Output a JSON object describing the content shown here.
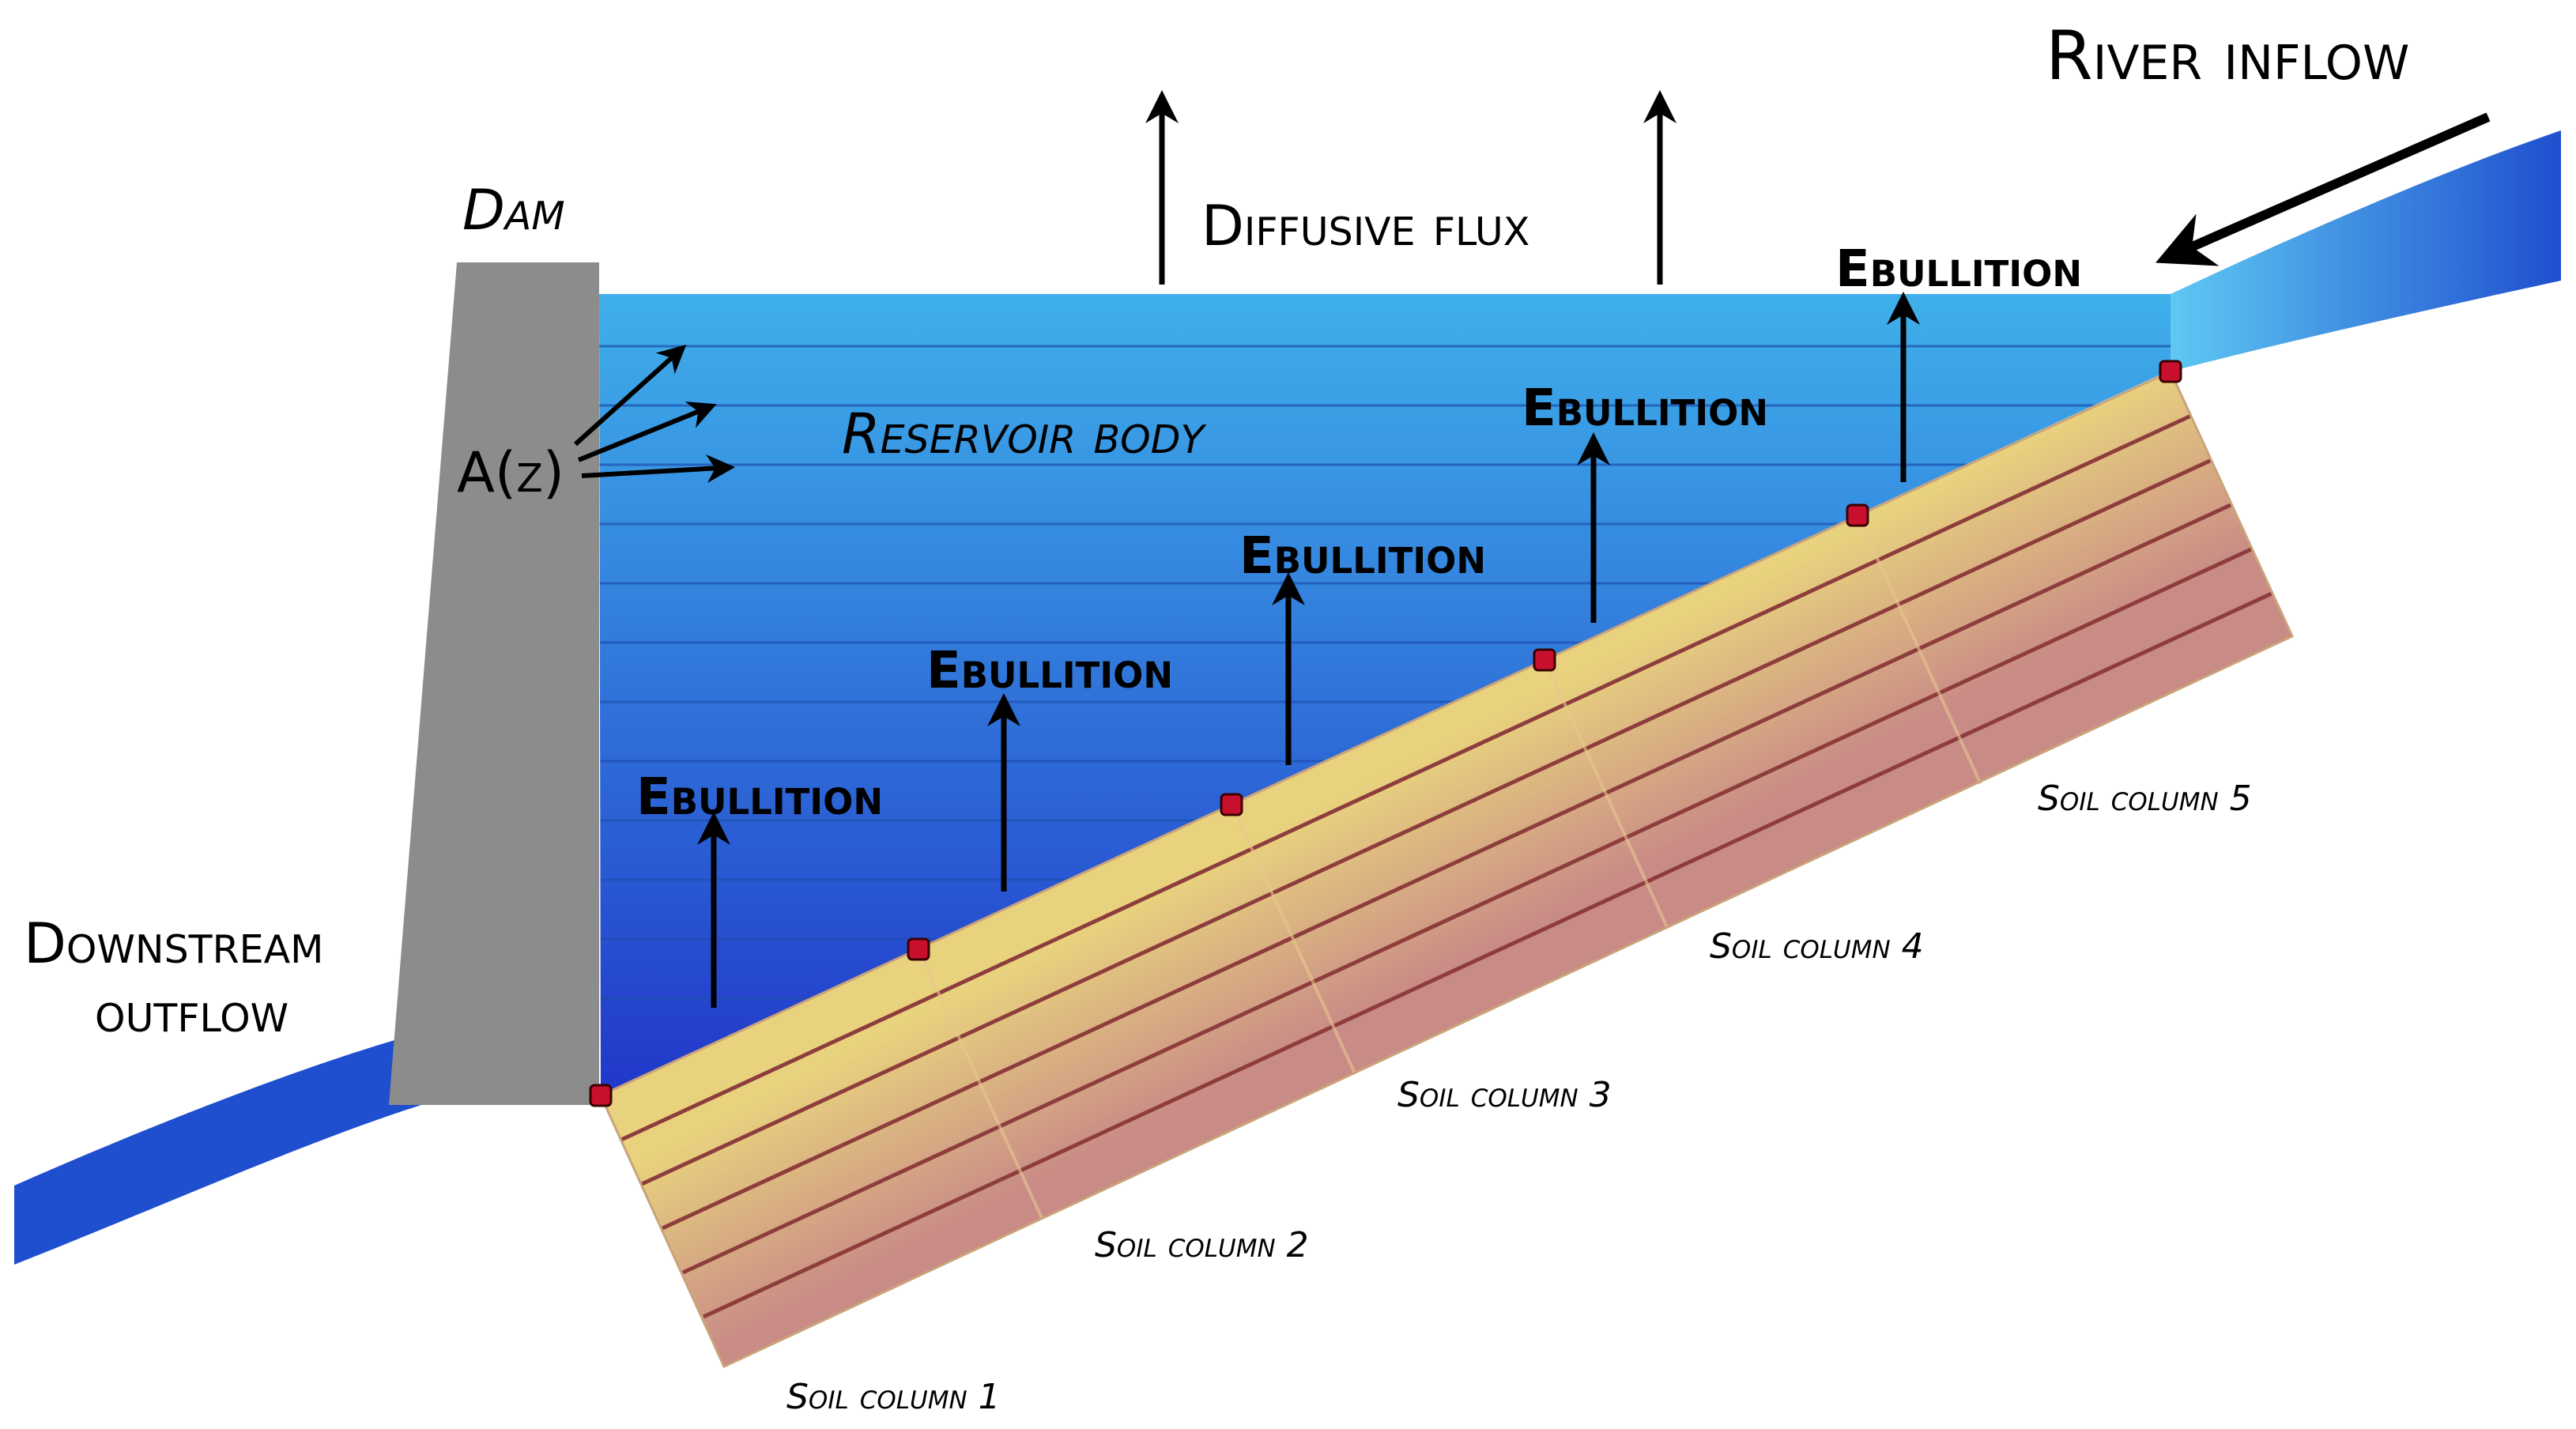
{
  "labels": {
    "river_inflow": "River inflow",
    "dam": "Dam",
    "diffusive_flux": "Diffusive flux",
    "reservoir_body": "Reservoir body",
    "area_function": "A(z)",
    "downstream_line1": "Downstream",
    "downstream_line2": "outflow",
    "ebullition": [
      "Ebullition",
      "Ebullition",
      "Ebullition",
      "Ebullition",
      "Ebullition"
    ],
    "soil_columns": [
      "Soil column 1",
      "Soil column 2",
      "Soil column 3",
      "Soil column 4",
      "Soil column 5"
    ]
  },
  "colors": {
    "water_top": "#3fb0ea",
    "water_bottom": "#2137c9",
    "dam": "#8c8c8c",
    "soil_top": "#e8d27e",
    "soil_bottom": "#c98b86",
    "soil_line": "#8e3d3d",
    "node": "#c8102e",
    "river": "#1f4fcf"
  },
  "icons": {
    "flux_arrows": "up-arrow-icon",
    "inflow_arrow": "diagonal-arrow-icon",
    "nodes": "square-node-icon"
  }
}
